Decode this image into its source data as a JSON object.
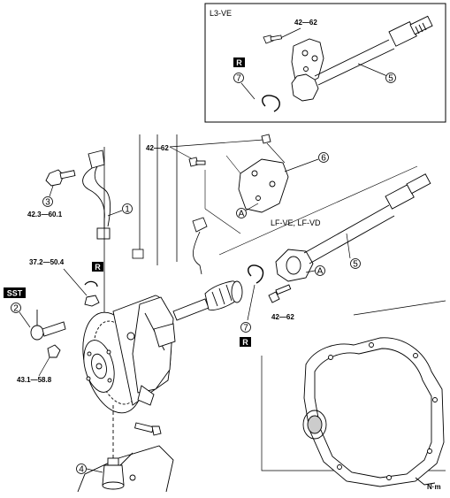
{
  "inset": {
    "engine_label": "L3-VE",
    "torque": "42—62",
    "replace_badge": "R",
    "callouts": {
      "snap_ring": "7",
      "driveshaft": "5"
    }
  },
  "main": {
    "torque_bracket": "42—62",
    "torque_abs_bolt": "42.3—60.1",
    "torque_tie_rod_nut": "37.2—50.4",
    "torque_knuckle_bolt": "43.1—58.8",
    "torque_bracket_bolt": "42—62",
    "sst_badge": "SST",
    "replace_badge_left": "R",
    "replace_badge_right": "R",
    "engine_label": "LF-VE, LF-VD",
    "point_a": "A",
    "callouts": {
      "abs_sensor": "1",
      "tie_rod_end": "2",
      "abs_bolt": "3",
      "ball_joint": "4",
      "driveshaft": "5",
      "bracket": "6",
      "snap_ring": "7"
    }
  },
  "footer": {
    "unit": "N·m"
  }
}
